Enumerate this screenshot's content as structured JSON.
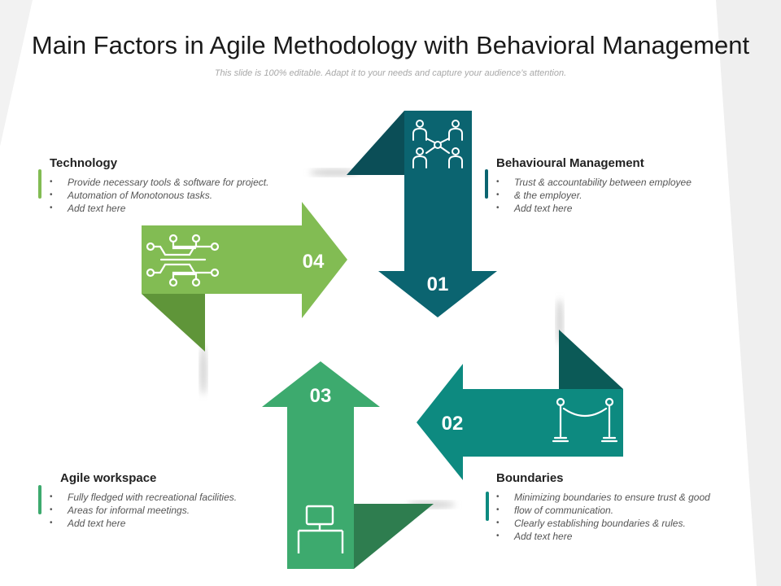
{
  "title": "Main Factors in Agile Methodology with Behavioral Management",
  "subtitle": "This slide is 100% editable. Adapt it to your needs and capture your audience’s attention.",
  "colors": {
    "teal_dark": "#0b6470",
    "teal_shadow": "#0b4e57",
    "teal_mid": "#0d8a80",
    "teal_mid_shadow": "#0b5a57",
    "green_mid": "#3daa6e",
    "green_mid_shadow": "#2e7d4f",
    "green_light": "#82bc53",
    "green_light_shadow": "#5f9539"
  },
  "arrows": [
    {
      "number": "01",
      "icon": "team-network-icon",
      "color": "#0b6470"
    },
    {
      "number": "02",
      "icon": "barrier-rope-icon",
      "color": "#0d8a80"
    },
    {
      "number": "03",
      "icon": "desk-monitor-icon",
      "color": "#3daa6e"
    },
    {
      "number": "04",
      "icon": "circuit-icon",
      "color": "#82bc53"
    }
  ],
  "blocks": {
    "technology": {
      "heading": "Technology",
      "bullets": [
        "Provide necessary tools & software for project.",
        "Automation of Monotonous tasks.",
        "Add text here"
      ]
    },
    "behavioural": {
      "heading": "Behavioural Management",
      "bullets": [
        "Trust & accountability between employee",
        "& the employer.",
        "Add text here"
      ]
    },
    "agile": {
      "heading": "Agile workspace",
      "bullets": [
        "Fully fledged with recreational facilities.",
        "Areas for informal meetings.",
        "Add text here"
      ]
    },
    "boundaries": {
      "heading": "Boundaries",
      "bullets": [
        "Minimizing boundaries to ensure trust & good",
        "flow of communication.",
        "Clearly establishing boundaries & rules.",
        "Add text here"
      ]
    }
  }
}
